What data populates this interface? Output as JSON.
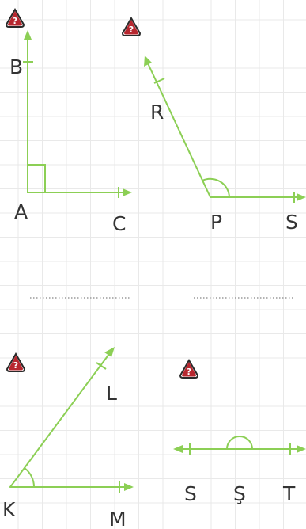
{
  "colors": {
    "ray": "#8ccf55",
    "badge": "#b7272f",
    "label": "#333333"
  },
  "badge": {
    "icon": "question-badge-icon",
    "glyph": "?"
  },
  "angles": [
    {
      "id": "bac",
      "points": [
        "B",
        "A",
        "C"
      ],
      "marker": "right-angle-square"
    },
    {
      "id": "rps",
      "points": [
        "R",
        "P",
        "S"
      ],
      "marker": "arc"
    },
    {
      "id": "lkm",
      "points": [
        "L",
        "K",
        "M"
      ],
      "marker": "arc"
    },
    {
      "id": "sst",
      "points": [
        "S",
        "Ş",
        "T"
      ],
      "marker": "arc"
    }
  ]
}
